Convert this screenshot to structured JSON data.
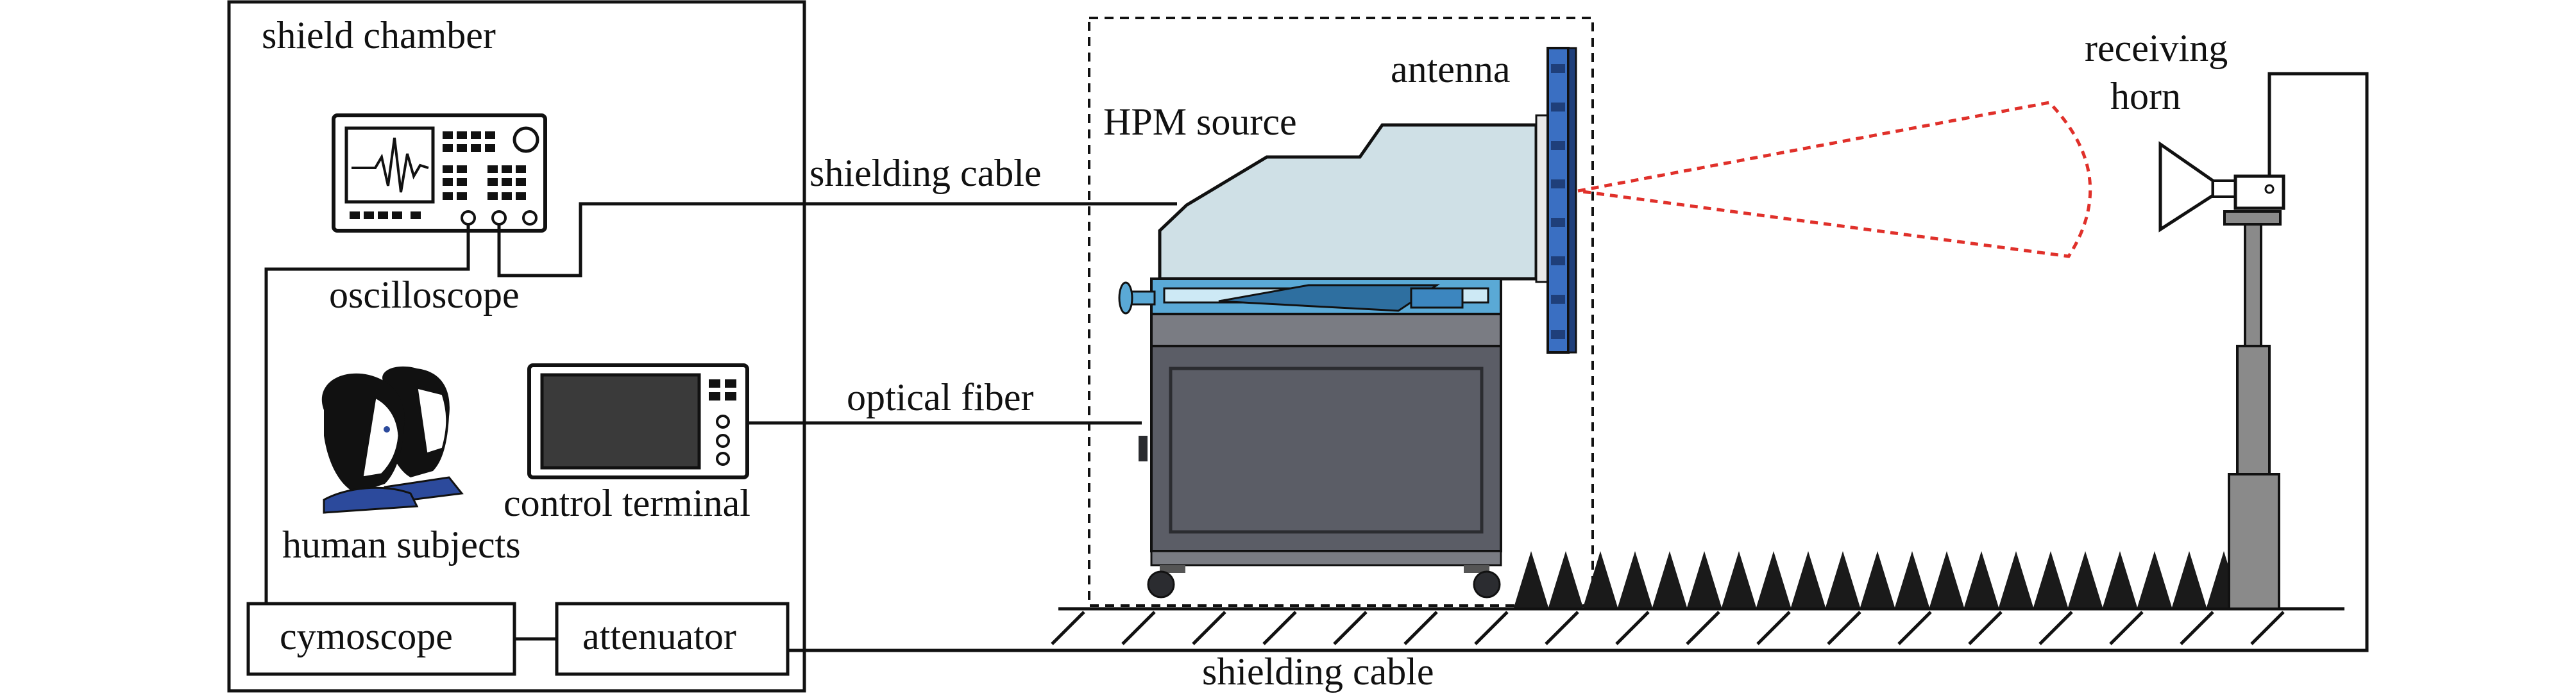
{
  "labels": {
    "shield_chamber": "shield chamber",
    "oscilloscope": "oscilloscope",
    "human_subjects": "human subjects",
    "control_terminal": "control terminal",
    "cymoscope": "cymoscope",
    "attenuator": "attenuator",
    "hpm_source": "HPM source",
    "antenna": "antenna",
    "shielding_cable_top": "shielding cable",
    "optical_fiber": "optical fiber",
    "shielding_cable_bottom": "shielding cable",
    "receiving_horn_line1": "receiving",
    "receiving_horn_line2": "horn"
  },
  "colors": {
    "line": "#111111",
    "source_body": "#cfe0e6",
    "rail": "#5aa9d6",
    "cabinet": "#5b5d66",
    "cabinet_top": "#7a7c83",
    "antenna": "#3a6fc2",
    "beam": "#e0302a",
    "absorber": "#1a1a1a",
    "mast": "#8a8a8a",
    "skin": "#ffffff",
    "hair": "#111111",
    "shirt": "#2c4a9c"
  }
}
